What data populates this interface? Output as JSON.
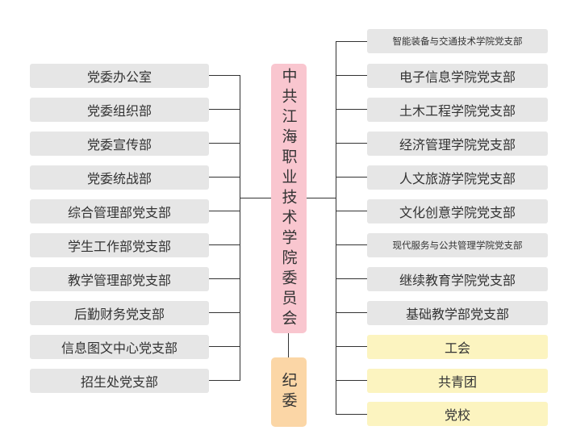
{
  "center": {
    "committee": "中共江海职业技术学院委员会",
    "discipline": "纪委"
  },
  "left_nodes": [
    "党委办公室",
    "党委组织部",
    "党委宣传部",
    "党委统战部",
    "综合管理部党支部",
    "学生工作部党支部",
    "教学管理部党支部",
    "后勤财务党支部",
    "信息图文中心党支部",
    "招生处党支部"
  ],
  "right_nodes": [
    "智能装备与交通技术学院党支部",
    "电子信息学院党支部",
    "土木工程学院党支部",
    "经济管理学院党支部",
    "人文旅游学院党支部",
    "文化创意学院党支部",
    "现代服务与公共管理学院党支部",
    "继续教育学院党支部",
    "基础教学部党支部",
    "工会",
    "共青团",
    "党校"
  ],
  "colors": {
    "gray_box": "#e6e6e6",
    "yellow_box": "#fcf4c0",
    "committee_box": "#f9c6cf",
    "discipline_box": "#fbd6a6",
    "lines": "#333333"
  }
}
